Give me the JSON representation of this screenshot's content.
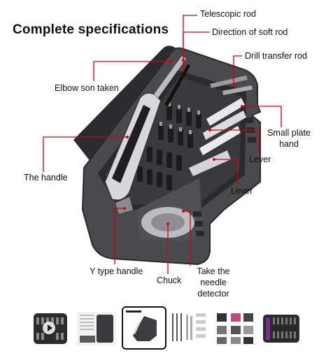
{
  "title": "Complete specifications",
  "callouts": {
    "telescopic_rod": "Telescopic rod",
    "direction_soft_rod": "Direction of soft rod",
    "drill_transfer_rod": "Drill transfer rod",
    "elbow_son_taken": "Elbow son taken",
    "small_plate_hand_1": "Small plate",
    "small_plate_hand_2": "hand",
    "lever_1": "Lever",
    "the_handle": "The handle",
    "lever_2": "Lever",
    "y_type_handle": "Y type handle",
    "chuck": "Chuck",
    "needle_1": "Take the",
    "needle_2": "needle",
    "needle_3": "detector"
  },
  "colors": {
    "callout_line": "#d0021b",
    "case": "#3d3d3f",
    "selected_border": "#111111"
  },
  "thumbnails": [
    {
      "name": "thumb-video",
      "icon": "play-icon"
    },
    {
      "name": "thumb-chart"
    },
    {
      "name": "thumb-specs",
      "selected": true
    },
    {
      "name": "thumb-bits"
    },
    {
      "name": "thumb-usage"
    },
    {
      "name": "thumb-purple-case"
    }
  ]
}
